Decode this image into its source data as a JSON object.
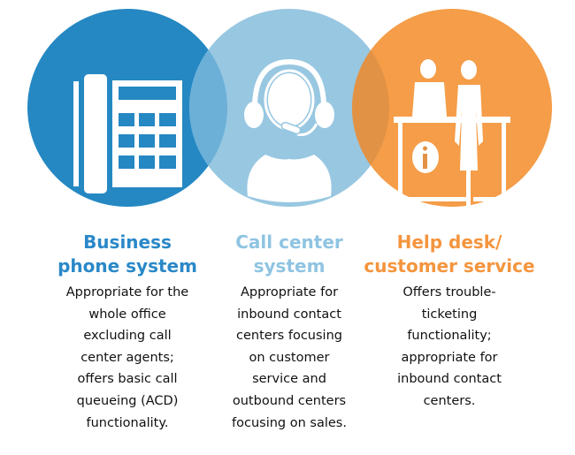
{
  "colors": {
    "blue": "#2588c3",
    "light_blue": "#98c7e1",
    "orange": "#f59d48"
  },
  "items": [
    {
      "icon": "desk-phone-icon",
      "title_lines": [
        "Business",
        "phone system"
      ],
      "title_color": "#2a88c8",
      "desc_lines": [
        "Appropriate for the",
        "whole office",
        "excluding call",
        "center agents;",
        "offers basic call",
        "queueing (ACD)",
        "functionality."
      ]
    },
    {
      "icon": "headset-agent-icon",
      "title_lines": [
        "Call center",
        "system"
      ],
      "title_color": "#8fc4e2",
      "desc_lines": [
        "Appropriate for",
        "inbound contact",
        "centers focusing",
        "on customer",
        "service and",
        "outbound centers",
        "focusing on sales."
      ]
    },
    {
      "icon": "help-desk-icon",
      "title_lines": [
        "Help desk/",
        "customer service"
      ],
      "title_color": "#f4953e",
      "desc_lines": [
        "Offers trouble-",
        "ticketing",
        "functionality;",
        "appropriate for",
        "inbound contact",
        "centers."
      ]
    }
  ]
}
